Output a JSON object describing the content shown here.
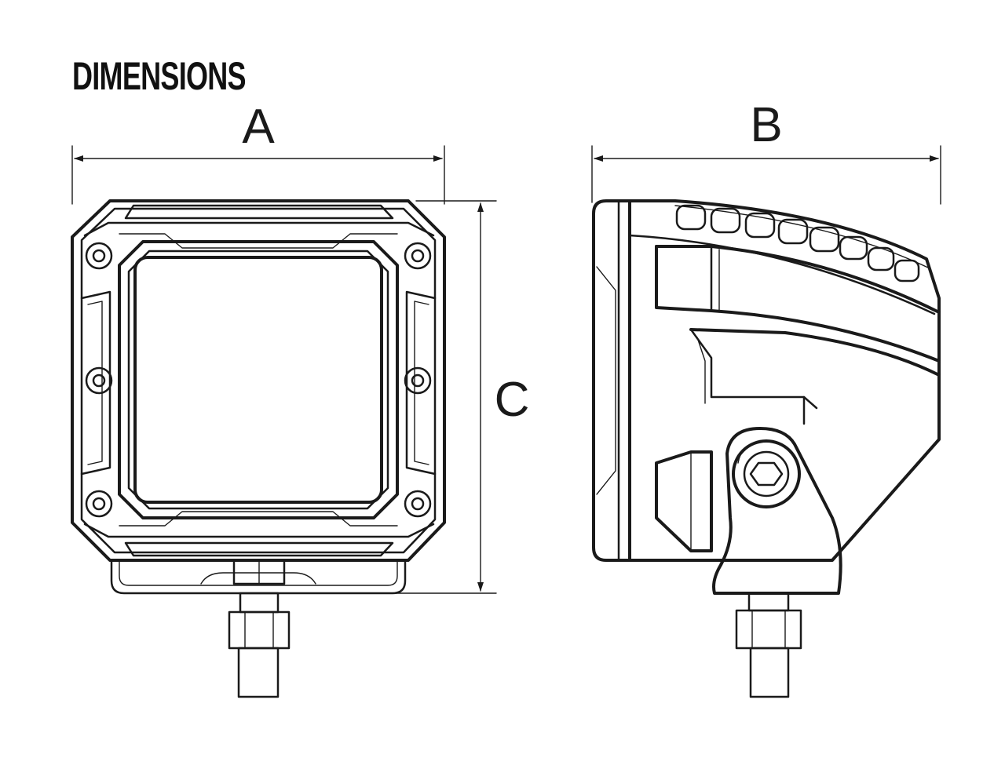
{
  "heading": "DIMENSIONS",
  "dimensions": {
    "width_label": "A",
    "depth_label": "B",
    "height_label": "C"
  }
}
